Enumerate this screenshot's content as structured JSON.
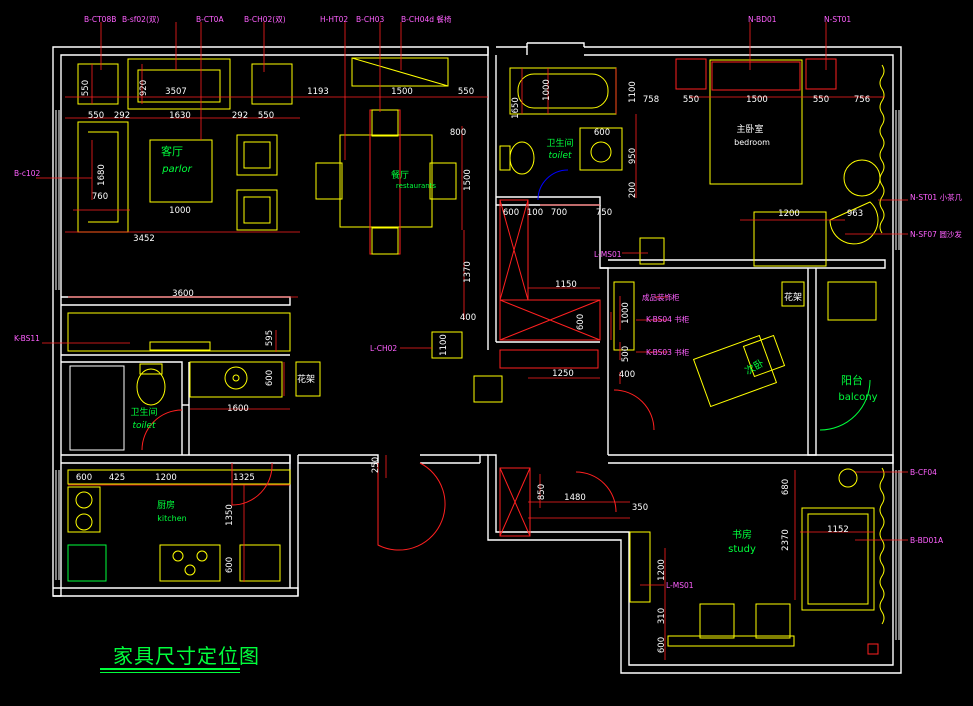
{
  "title": "家具尺寸定位图",
  "colors": {
    "wall": "#ffffff",
    "furniture": "#ffff00",
    "dim": "#ff2020",
    "dimtext": "#ffffff",
    "label": "#00ff3c",
    "tag": "#ff60ff",
    "cyan": "#00ffff",
    "blue": "#0000ff"
  },
  "rooms": {
    "parlor_cn": "客厅",
    "parlor_en": "parlor",
    "rest_cn": "餐厅",
    "rest_en": "restaurants",
    "toilet1_cn": "卫生间",
    "toilet1_en": "toilet",
    "toilet2_cn": "卫生间",
    "toilet2_en": "toilet",
    "kitchen_cn": "厨房",
    "kitchen_en": "kitchen",
    "bedroom_cn": "主卧室",
    "bedroom_en": "bedroom",
    "study_cn": "书房",
    "study_en": "study",
    "balcony_cn": "阳台",
    "balcony_en": "balcony",
    "bed2_cn": "次卧",
    "flower1": "花架",
    "flower2": "花架"
  },
  "tags": {
    "t1": "B-CT08B",
    "t2": "B-sf02(双)",
    "t3": "B-CT0A",
    "t4": "B-CH02(双)",
    "t5": "H-HT02",
    "t6": "B-CH03",
    "t7": "B-CH04d 餐椅",
    "t8": "N-BD01",
    "t9": "N-ST01",
    "t10": "B-c102",
    "t11": "K-BS11",
    "t12": "L-CH02",
    "t13": "L-MS01",
    "t14": "N-ST01 小茶几",
    "t15": "N-SF07 圆沙发",
    "t16": "成品装饰柜",
    "t17": "K-BS04 书柜",
    "t18": "K-BS03 书柜",
    "t19": "B-CF04",
    "t20": "B-BD01A",
    "t21": "L-MS01"
  },
  "dims": {
    "d550a": "550",
    "d920": "920",
    "d3507": "3507",
    "d1193": "1193",
    "d1500a": "1500",
    "d550b": "550",
    "d550c": "550",
    "d292a": "292",
    "d1630": "1630",
    "d292b": "292",
    "d550d": "550",
    "d800": "800",
    "d1680": "1680",
    "d760": "760",
    "d1000a": "1000",
    "d3452": "3452",
    "d1500b": "1500",
    "d1370": "1370",
    "d3600": "3600",
    "d595": "595",
    "d600a": "600",
    "d1600": "1600",
    "d400a": "400",
    "d1100a": "1100",
    "d600b": "600",
    "d425": "425",
    "d1200a": "1200",
    "d1325": "1325",
    "d1350": "1350",
    "d600c": "600",
    "d250": "250",
    "d1650": "1650",
    "d1000b": "1000",
    "d1100b": "1100",
    "d600d": "600",
    "d950": "950",
    "d200": "200",
    "d600e": "600",
    "d100": "100",
    "d700": "700",
    "d750": "750",
    "d758": "758",
    "d550e": "550",
    "d1500c": "1500",
    "d550f": "550",
    "d756": "756",
    "d1200b": "1200",
    "d963": "963",
    "d1150": "1150",
    "d600f": "600",
    "d1250": "1250",
    "d1000c": "1000",
    "d500": "500",
    "d400b": "400",
    "d850": "850",
    "d1480": "1480",
    "d350": "350",
    "d680": "680",
    "d2370": "2370",
    "d1152": "1152",
    "d1200c": "1200",
    "d310": "310",
    "d600g": "600"
  }
}
